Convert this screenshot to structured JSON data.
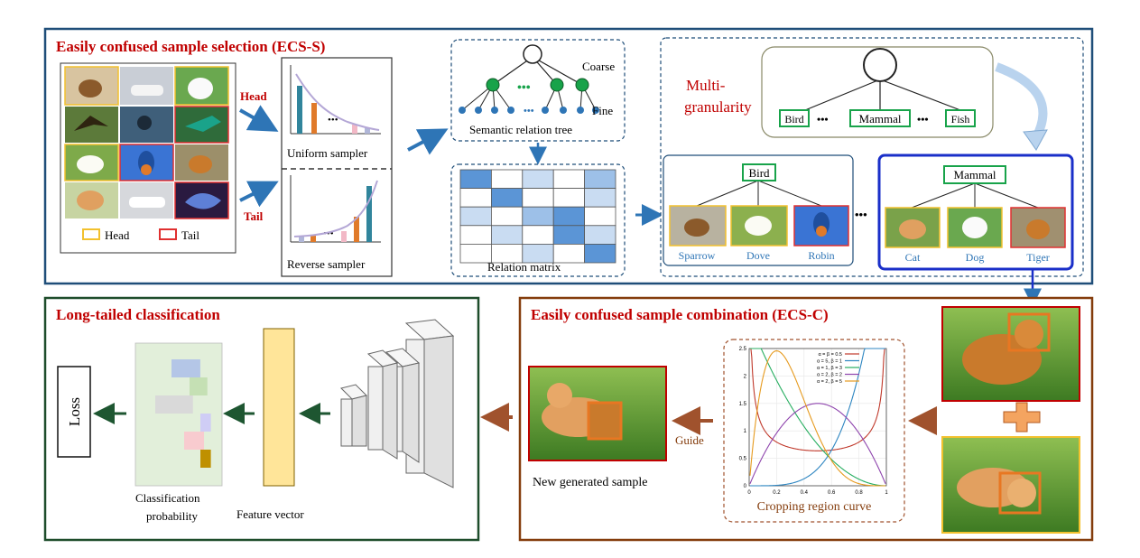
{
  "ecs_s": {
    "title": "Easily confused sample selection (ECS-S)",
    "legend_head": "Head",
    "legend_tail": "Tail",
    "arrow_head": "Head",
    "arrow_tail": "Tail",
    "uniform_sampler": "Uniform sampler",
    "reverse_sampler": "Reverse sampler",
    "tree_coarse": "Coarse",
    "tree_fine": "Fine",
    "tree_caption": "Semantic relation tree",
    "matrix_caption": "Relation matrix",
    "dots": "•••"
  },
  "granularity": {
    "title_line1": "Multi-",
    "title_line2": "granularity",
    "top_nodes": [
      "Bird",
      "Mammal",
      "Fish"
    ],
    "bird_group": {
      "label": "Bird",
      "items": [
        "Sparrow",
        "Dove",
        "Robin"
      ]
    },
    "mammal_group": {
      "label": "Mammal",
      "items": [
        "Cat",
        "Dog",
        "Tiger"
      ]
    }
  },
  "ecs_c": {
    "title": "Easily confused sample combination (ECS-C)",
    "guide": "Guide",
    "new_sample": "New generated sample",
    "curve_caption": "Cropping region curve",
    "plus": "+"
  },
  "chart_data": {
    "type": "line",
    "title": "",
    "xlabel": "",
    "ylabel": "",
    "xlim": [
      0,
      1
    ],
    "ylim": [
      0,
      2.5
    ],
    "xticks": [
      "0",
      "0.2",
      "0.4",
      "0.6",
      "0.8",
      "1"
    ],
    "yticks": [
      "0",
      "0.5",
      "1",
      "1.5",
      "2",
      "2.5"
    ],
    "grid": true,
    "legend_position": "top-right",
    "series": [
      {
        "name": "α = β = 0.5",
        "color": "#c0392b",
        "alpha": 0.5,
        "beta": 0.5
      },
      {
        "name": "α = 5, β = 1",
        "color": "#2e86c1",
        "alpha": 5,
        "beta": 1
      },
      {
        "name": "α = 1, β = 3",
        "color": "#27ae60",
        "alpha": 1,
        "beta": 3
      },
      {
        "name": "α = 2, β = 2",
        "color": "#8e44ad",
        "alpha": 2,
        "beta": 2
      },
      {
        "name": "α = 2, β = 5",
        "color": "#e69a1e",
        "alpha": 2,
        "beta": 5
      }
    ]
  },
  "ltc": {
    "title": "Long-tailed classification",
    "loss": "Loss",
    "classification_line1": "Classification",
    "classification_line2": "probability",
    "feature_vector": "Feature vector",
    "prob_bars": [
      0.55,
      0.34,
      0.72,
      0.2,
      0.38,
      0.2
    ],
    "prob_colors": [
      "#b4c6e7",
      "#c5e0b4",
      "#d9d9d9",
      "#cfcdf5",
      "#f8cbcf",
      "#bf9000"
    ]
  },
  "colors": {
    "ecs_s_border": "#1f4e79",
    "ecs_c_border": "#843c0c",
    "ltc_border": "#1e4d2b",
    "title_red": "#c00000",
    "arrow_blue": "#2e75b6",
    "arrow_brown": "#a0522d",
    "arrow_green": "#1e5631",
    "node_green": "#18a34a",
    "head_yellow": "#f2c12e",
    "tail_red": "#e03030"
  }
}
